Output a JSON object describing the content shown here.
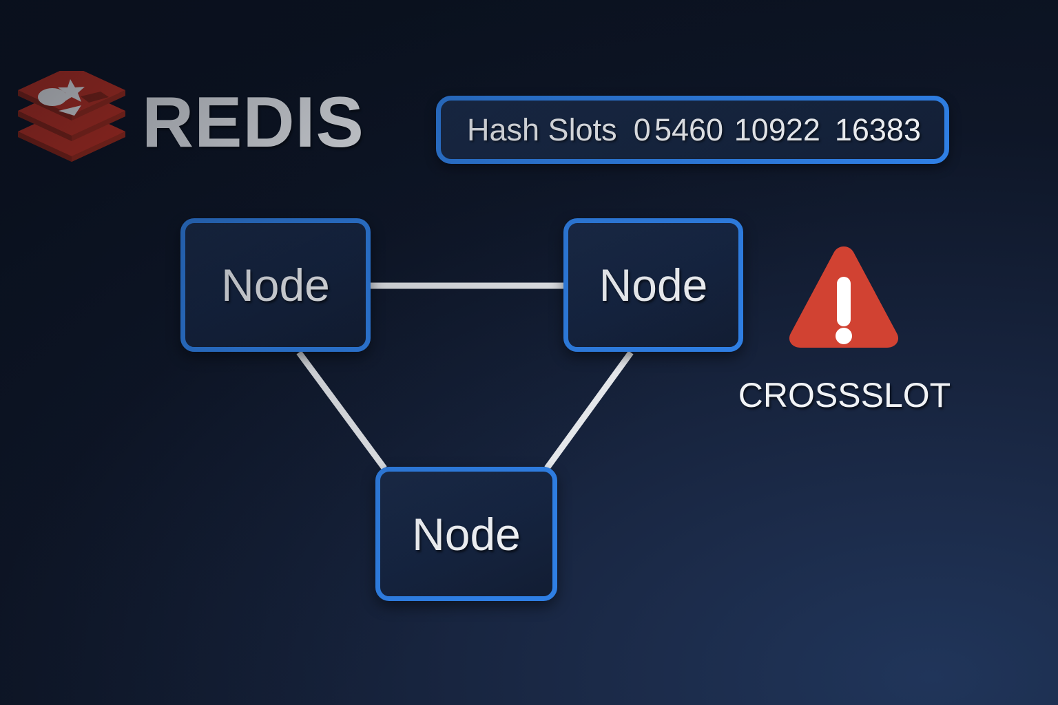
{
  "brand": {
    "logo_icon": "redis-stack-logo",
    "wordmark": "REDIS"
  },
  "hash_slots": {
    "label": "Hash Slots",
    "values": [
      "0",
      "5460",
      "10922",
      "16383"
    ]
  },
  "nodes": [
    {
      "id": "node-top-left",
      "label": "Node"
    },
    {
      "id": "node-top-right",
      "label": "Node"
    },
    {
      "id": "node-bottom",
      "label": "Node"
    }
  ],
  "edges": [
    {
      "from": "node-top-left",
      "to": "node-top-right"
    },
    {
      "from": "node-top-left",
      "to": "node-bottom"
    },
    {
      "from": "node-top-right",
      "to": "node-bottom"
    }
  ],
  "warning": {
    "icon": "warning-triangle-icon",
    "label": "CROSSSLOT"
  },
  "colors": {
    "background_dark": "#0d1628",
    "background_light": "#20355a",
    "node_border": "#2f7fe4",
    "node_fill": "#16253f",
    "edge_line": "#eceef1",
    "warning_red": "#d14232",
    "redis_red": "#c9301f",
    "text": "#f1f3f6"
  }
}
